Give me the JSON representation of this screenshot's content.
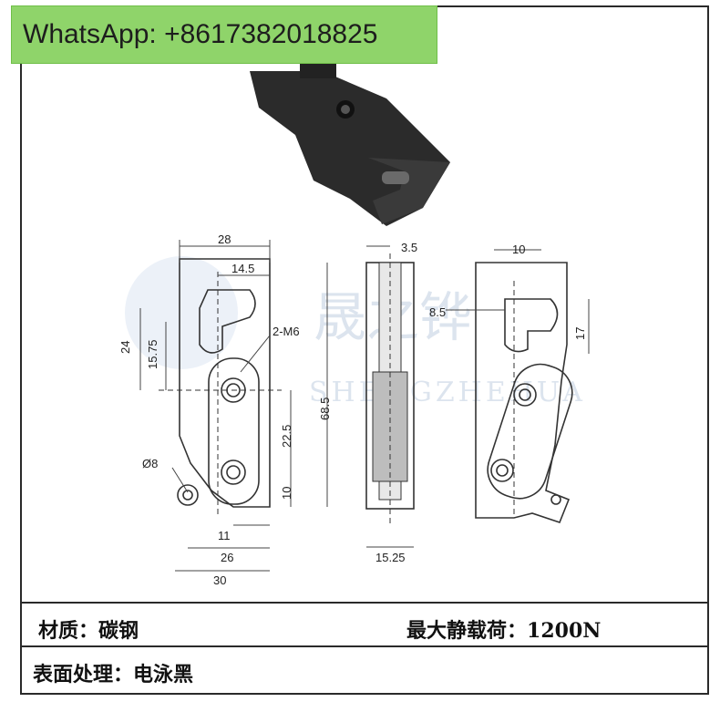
{
  "badge": {
    "text": "WhatsApp: +8617382018825"
  },
  "watermark": {
    "cn": "晟之铧",
    "en": "SHENGZHEHUA"
  },
  "dimensions": {
    "front": {
      "width_top": "28",
      "slot_offset": "14.5",
      "height_left": "24",
      "height_left2": "15.75",
      "screw": "2-M6",
      "total_height": "68.5",
      "pitch": "22.5",
      "bottom": "10",
      "hole": "Ø8",
      "w11": "11",
      "w26": "26",
      "w30": "30"
    },
    "side": {
      "top": "3.5",
      "bottom": "15.25"
    },
    "back": {
      "top": "10",
      "left": "8.5",
      "right": "17"
    }
  },
  "specs": {
    "material_label": "材质：",
    "material_value": "碳钢",
    "load_label": "最大静载荷：",
    "load_value": "1200N",
    "finish_label": "表面处理：",
    "finish_value": "电泳黑"
  },
  "colors": {
    "badge": "#8fd46a",
    "part": "#2b2b2b"
  }
}
